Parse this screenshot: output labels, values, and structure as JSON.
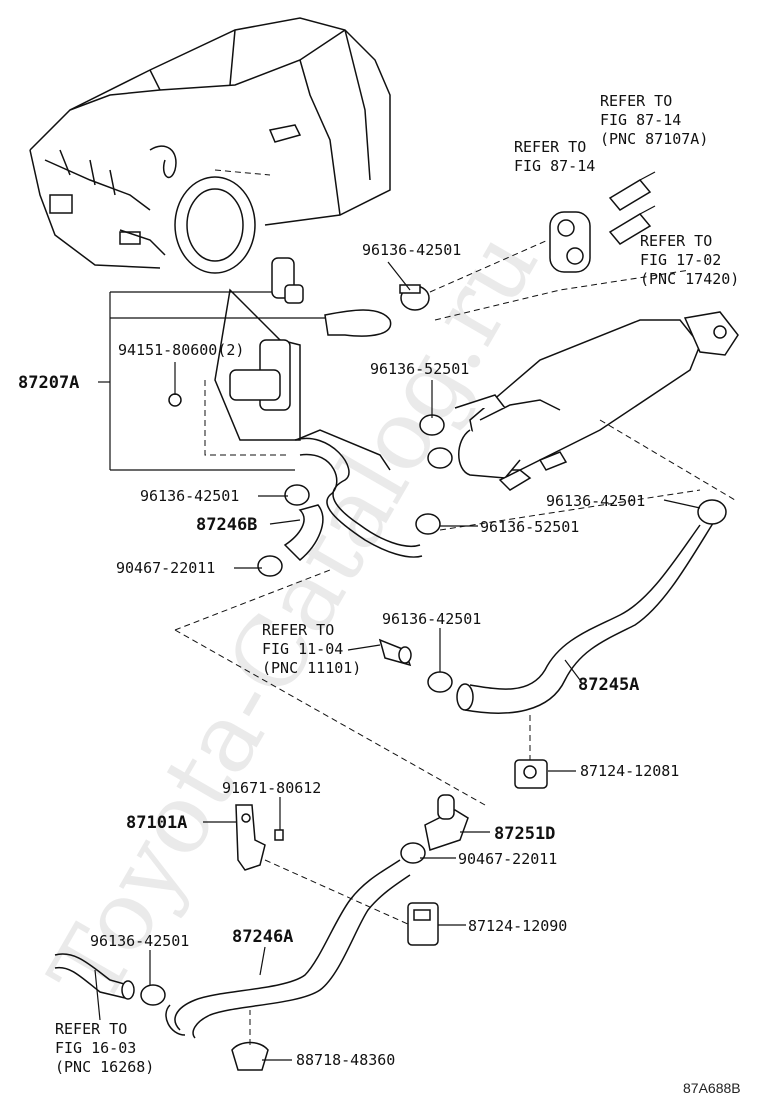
{
  "watermark": "Toyota-Catalog.ru",
  "drawing_code": "87A688B",
  "labels": {
    "refer_87_14_a": [
      "REFER TO",
      "FIG 87-14",
      "(PNC 87107A)"
    ],
    "refer_87_14_b": [
      "REFER TO",
      "FIG 87-14"
    ],
    "refer_17_02": [
      "REFER TO",
      "FIG 17-02",
      "(PNC 17420)"
    ],
    "refer_11_04": [
      "REFER TO",
      "FIG 11-04",
      "(PNC 11101)"
    ],
    "refer_16_03": [
      "REFER TO",
      "FIG 16-03",
      "(PNC 16268)"
    ],
    "p_96136_42501_top": "96136-42501",
    "p_94151_80600": "94151-80600(2)",
    "p_87207a": "87207A",
    "p_96136_52501_top": "96136-52501",
    "p_96136_42501_left": "96136-42501",
    "p_87246b": "87246B",
    "p_96136_52501_mid": "96136-52501",
    "p_96136_42501_right": "96136-42501",
    "p_90467_22011_left": "90467-22011",
    "p_96136_42501_mid": "96136-42501",
    "p_87245a": "87245A",
    "p_87124_12081": "87124-12081",
    "p_91671_80612": "91671-80612",
    "p_87101a": "87101A",
    "p_87251d": "87251D",
    "p_90467_22011_right": "90467-22011",
    "p_87124_12090": "87124-12090",
    "p_96136_42501_bottom": "96136-42501",
    "p_87246a": "87246A",
    "p_88718_48360": "88718-48360"
  }
}
